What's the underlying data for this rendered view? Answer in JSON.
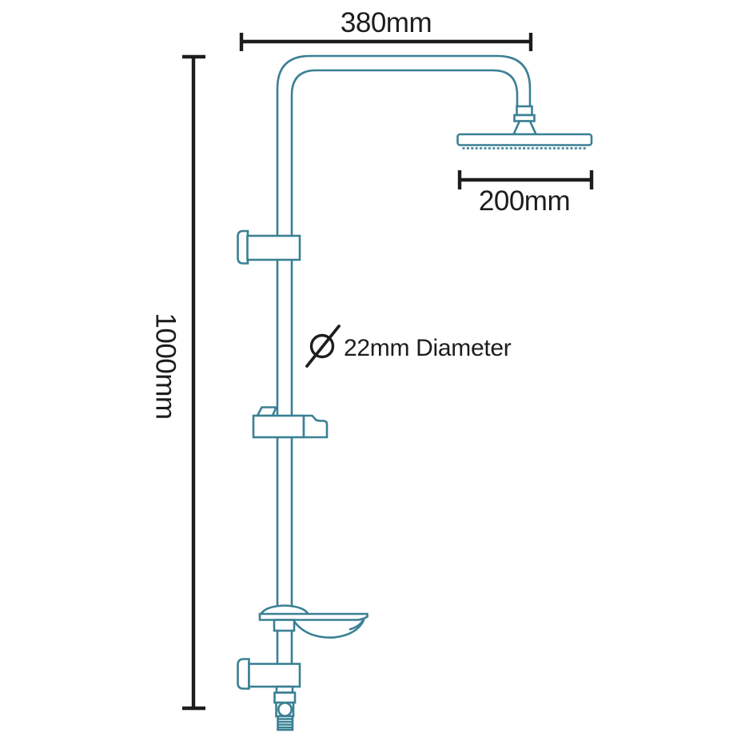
{
  "diagram": {
    "type": "technical-dimension-drawing",
    "subject": "shower riser rail kit with overhead drencher head, slider bracket, soap dish and hose outlet",
    "labels": {
      "arm_reach": "380mm",
      "head_width": "200mm",
      "rail_height": "1000mm",
      "pipe_diameter_note": "22mm Diameter"
    },
    "symbols": {
      "diameter_symbol": "Ø"
    },
    "colors": {
      "drawing_line": "#3a8094",
      "dimension_line": "#1d1d1d",
      "background": "#ffffff"
    }
  }
}
